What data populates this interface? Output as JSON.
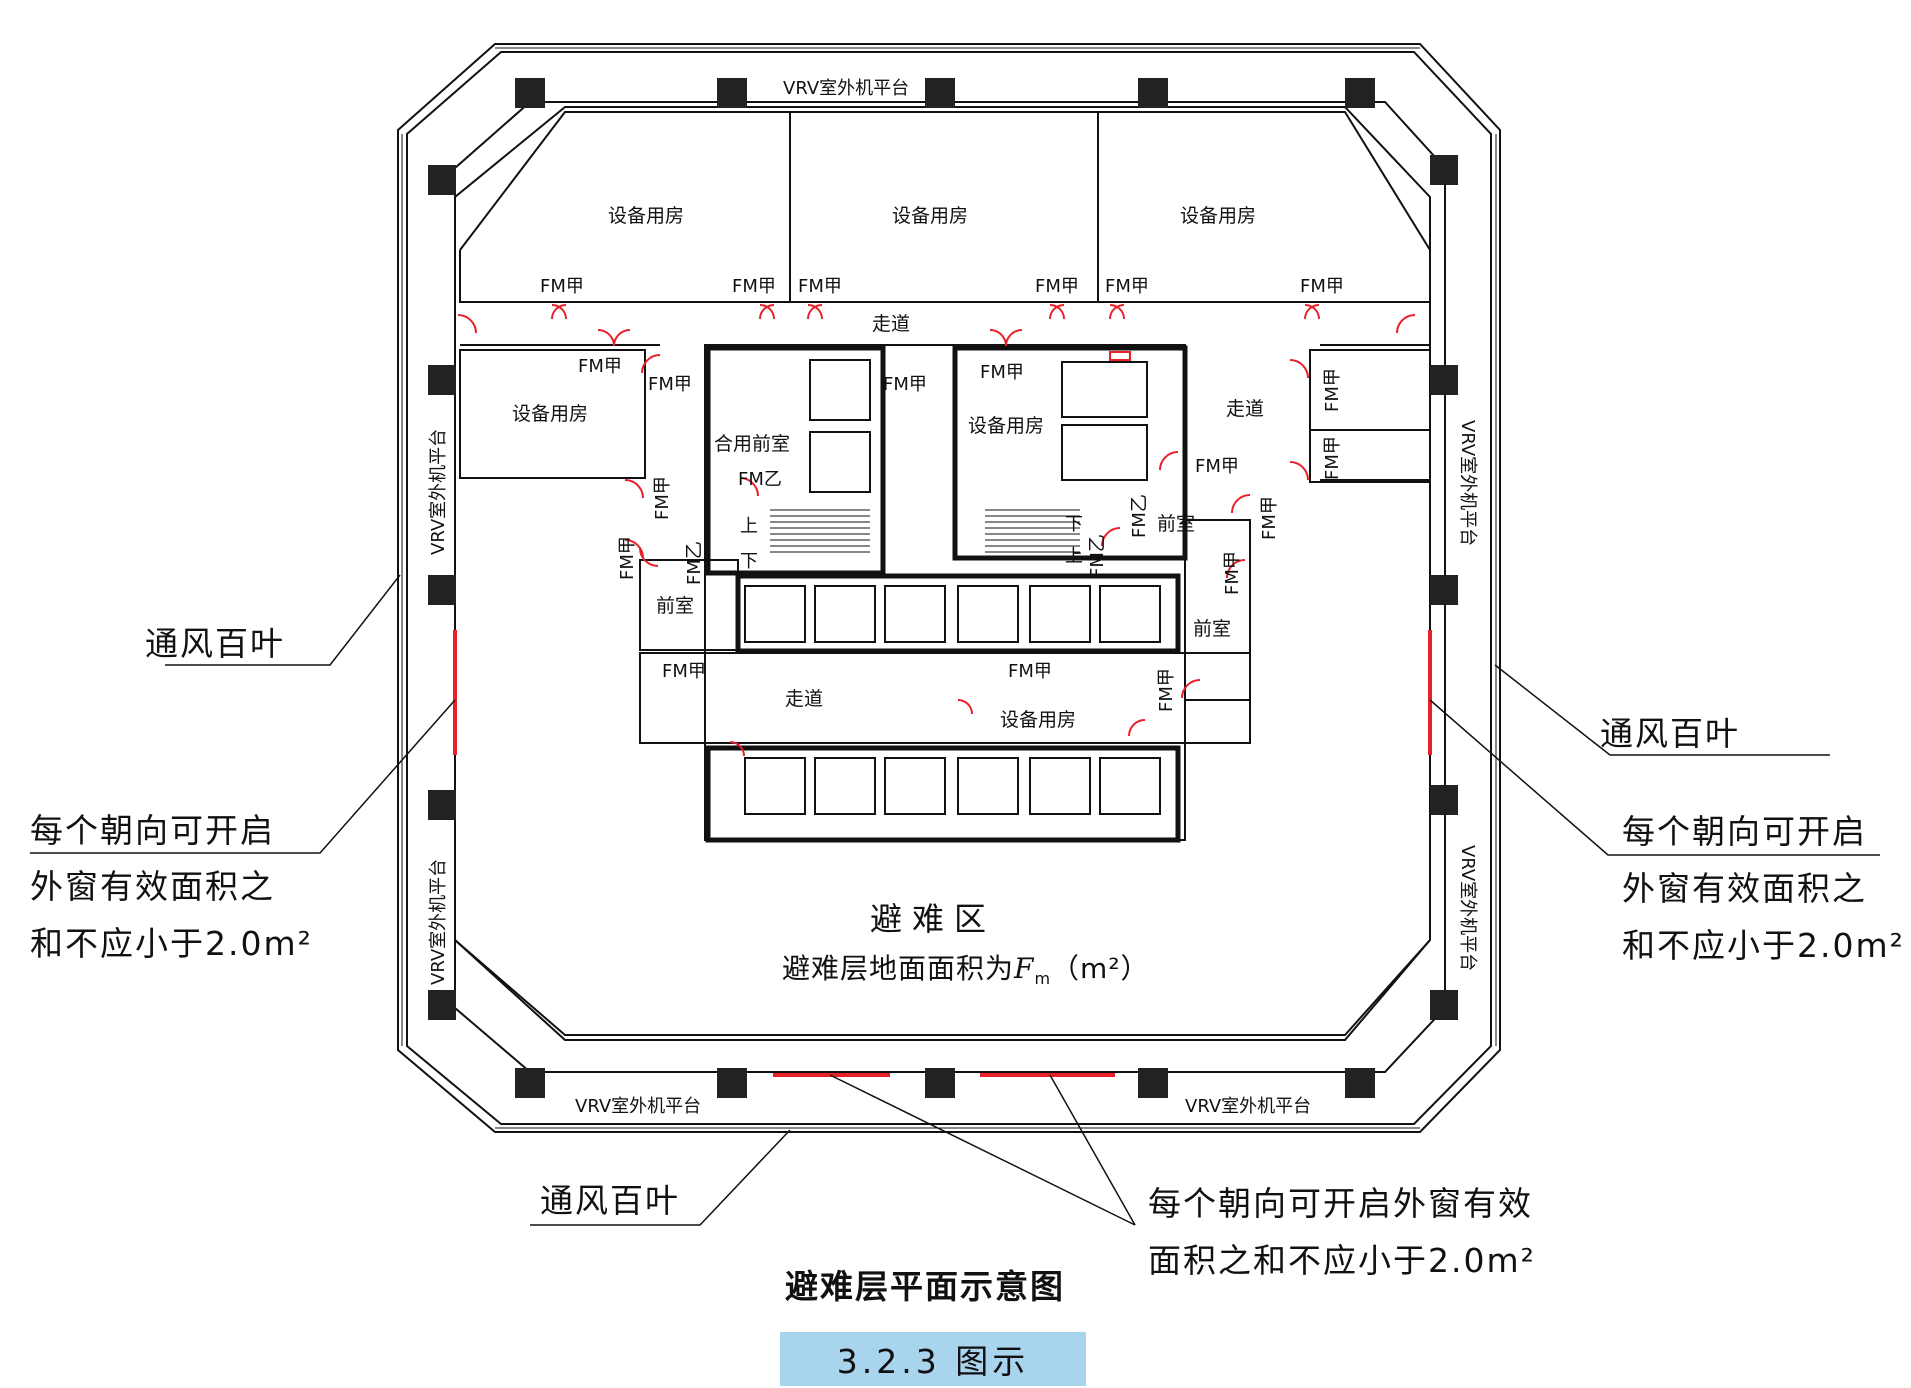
{
  "rooms": {
    "equipment": "设备用房",
    "corridor": "走道",
    "shared_lobby": "合用前室",
    "lobby": "前室",
    "vrv_platform": "VRV室外机平台"
  },
  "doors": {
    "class_a": "FM甲",
    "class_b": "FM乙"
  },
  "stairs": {
    "up": "上",
    "down": "下"
  },
  "refuge": {
    "title": "避难区",
    "area_prefix": "避难层地面面积为",
    "area_symbol": "F",
    "area_subscript": "m",
    "area_unit": "（m²）"
  },
  "annotations": {
    "louver": "通风百叶",
    "window_rule_1": "每个朝向可开启",
    "window_rule_2": "外窗有效面积之",
    "window_rule_3": "和不应小于2.0m²",
    "window_rule_bottom_1": "每个朝向可开启外窗有效",
    "window_rule_bottom_2": "面积之和不应小于2.0m²"
  },
  "caption": "避难层平面示意图",
  "figure_number": "3.2.3 图示",
  "colors": {
    "line": "#111111",
    "column": "#222222",
    "door": "#e8202a",
    "window": "#e8202a",
    "figure_bar": "#a9d4ee"
  }
}
